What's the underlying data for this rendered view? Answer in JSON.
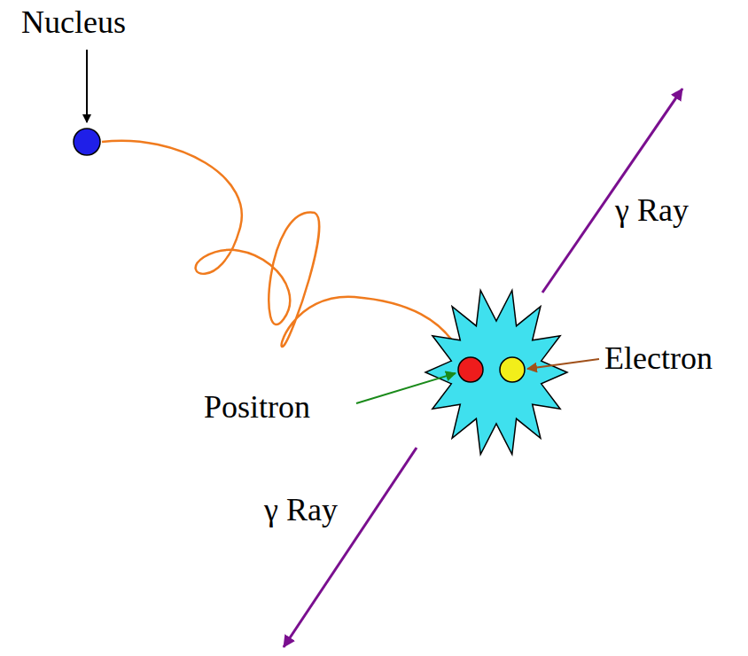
{
  "diagram": {
    "labels": [
      "Nucleus",
      "γ Ray",
      "γ Ray",
      "Positron",
      "Electron"
    ]
  }
}
